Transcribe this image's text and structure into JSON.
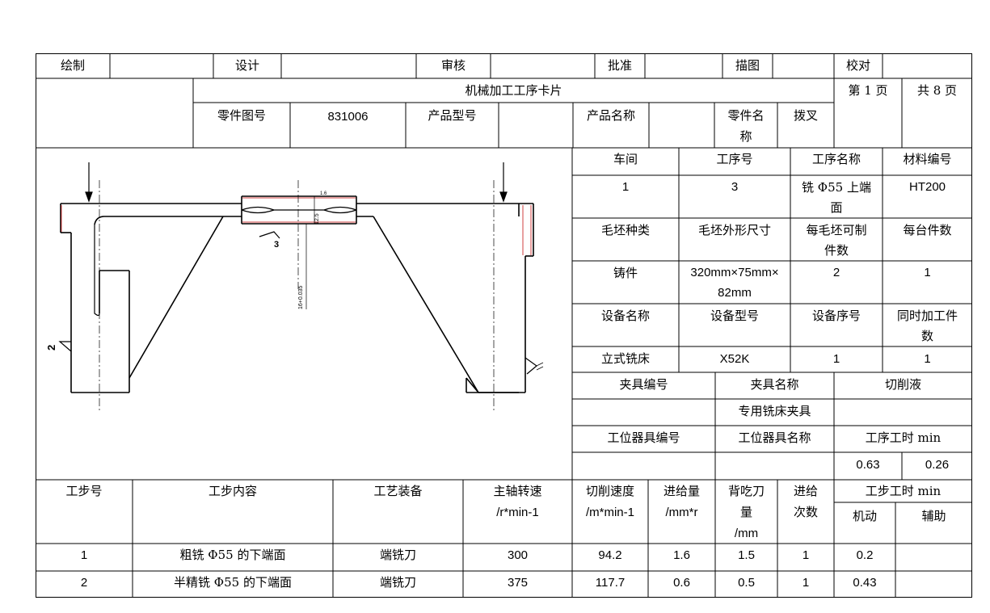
{
  "header": {
    "draw_label": "绘制",
    "design_label": "设计",
    "review_label": "审核",
    "approve_label": "批准",
    "trace_label": "描图",
    "check_label": "校对"
  },
  "title": "机械加工工序卡片",
  "page": {
    "current": "第 1 页",
    "total": "共 8 页"
  },
  "part_info": {
    "part_drawing_no_label": "零件图号",
    "part_drawing_no": "831006",
    "product_model_label": "产品型号",
    "product_model": "",
    "product_name_label": "产品名称",
    "product_name": "",
    "part_name_label_1": "零件名",
    "part_name_label_2": "称",
    "part_name": "拨叉"
  },
  "process": {
    "workshop_label": "车间",
    "workshop": "1",
    "op_no_label": "工序号",
    "op_no": "3",
    "op_name_label": "工序名称",
    "op_name_1": "铣 Φ55 上端",
    "op_name_2": "面",
    "material_label": "材料编号",
    "material": "HT200",
    "blank_type_label": "毛坯种类",
    "blank_type": "铸件",
    "blank_size_label": "毛坯外形尺寸",
    "blank_size_1": "320mm×75mm×",
    "blank_size_2": "82mm",
    "per_blank_label_1": "每毛坯可制",
    "per_blank_label_2": "件数",
    "per_blank": "2",
    "per_unit_label": "每台件数",
    "per_unit": "1",
    "equip_name_label": "设备名称",
    "equip_name": "立式铣床",
    "equip_model_label": "设备型号",
    "equip_model": "X52K",
    "equip_no_label": "设备序号",
    "equip_no": "1",
    "simul_label_1": "同时加工件",
    "simul_label_2": "数",
    "simul": "1",
    "fixture_no_label": "夹具编号",
    "fixture_name_label": "夹具名称",
    "coolant_label": "切削液",
    "fixture_name": "专用铣床夹具",
    "station_tool_no_label": "工位器具编号",
    "station_tool_name_label": "工位器具名称",
    "op_time_label": "工序工时 min",
    "op_time_1": "0.63",
    "op_time_2": "0.26"
  },
  "steps_header": {
    "step_no": "工步号",
    "content": "工步内容",
    "equipment": "工艺装备",
    "spindle_1": "主轴转速",
    "spindle_2": "/r*min-1",
    "speed_1": "切削速度",
    "speed_2": "/m*min-1",
    "feed_1": "进给量",
    "feed_2": "/mm*r",
    "depth_1": "背吃刀",
    "depth_2": "量",
    "depth_3": "/mm",
    "passes_1": "进给",
    "passes_2": "次数",
    "time": "工步工时 min",
    "machine": "机动",
    "aux": "辅助"
  },
  "steps": [
    {
      "no": "1",
      "content": "粗铣 Φ55 的下端面",
      "tool": "端铣刀",
      "spindle": "300",
      "speed": "94.2",
      "feed": "1.6",
      "depth": "1.5",
      "passes": "1",
      "machine": "0.2",
      "aux": ""
    },
    {
      "no": "2",
      "content": "半精铣 Φ55 的下端面",
      "tool": "端铣刀",
      "spindle": "375",
      "speed": "117.7",
      "feed": "0.6",
      "depth": "0.5",
      "passes": "1",
      "machine": "0.43",
      "aux": ""
    }
  ],
  "drawing": {
    "roughness_mark_left": "2",
    "roughness_mark_center": "3",
    "dim_text": "16+0.035",
    "dim_text_2": "12.5",
    "roughness_top": "1.6"
  }
}
